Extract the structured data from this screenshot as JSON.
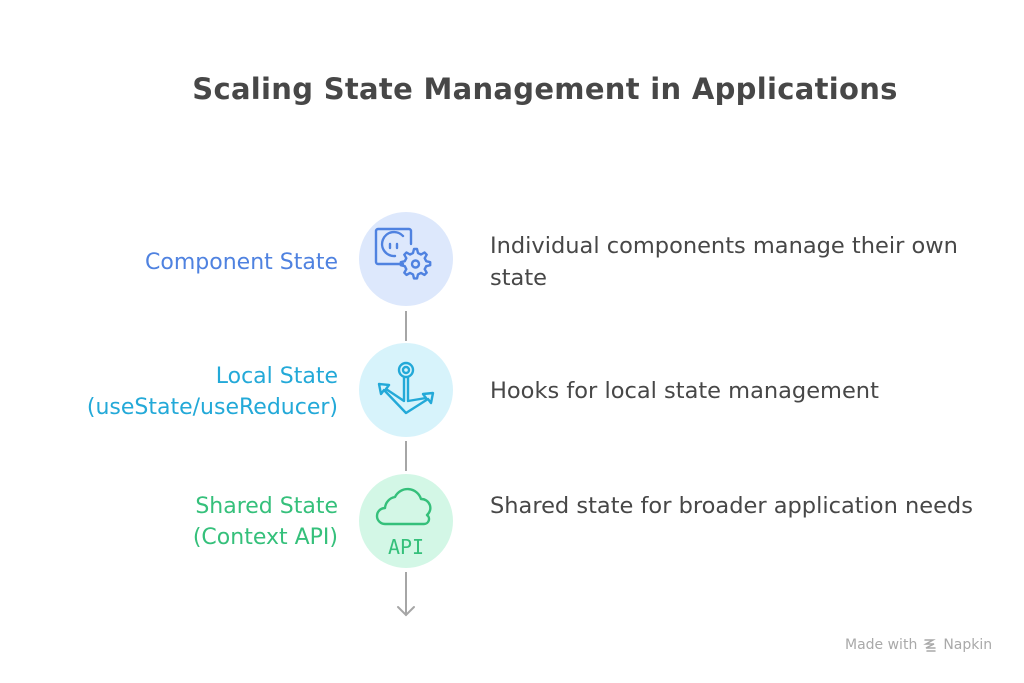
{
  "title": "Scaling State Management in Applications",
  "steps": [
    {
      "label": "Component State",
      "description": "Individual components manage their own state",
      "icon": "component-gear-icon",
      "color": "#4f82e0",
      "background": "#dde8fc"
    },
    {
      "label_line1": "Local State",
      "label_line2": "(useState/useReducer)",
      "description": "Hooks for local state management",
      "icon": "anchor-icon",
      "color": "#23a9d8",
      "background": "#d7f3fb"
    },
    {
      "label_line1": "Shared State",
      "label_line2": "(Context API)",
      "description": "Shared state for broader application needs",
      "icon": "cloud-api-icon",
      "icon_text": "API",
      "color": "#35c07b",
      "background": "#d3f7e6"
    }
  ],
  "footer": {
    "made_with": "Made with",
    "brand": "Napkin"
  }
}
